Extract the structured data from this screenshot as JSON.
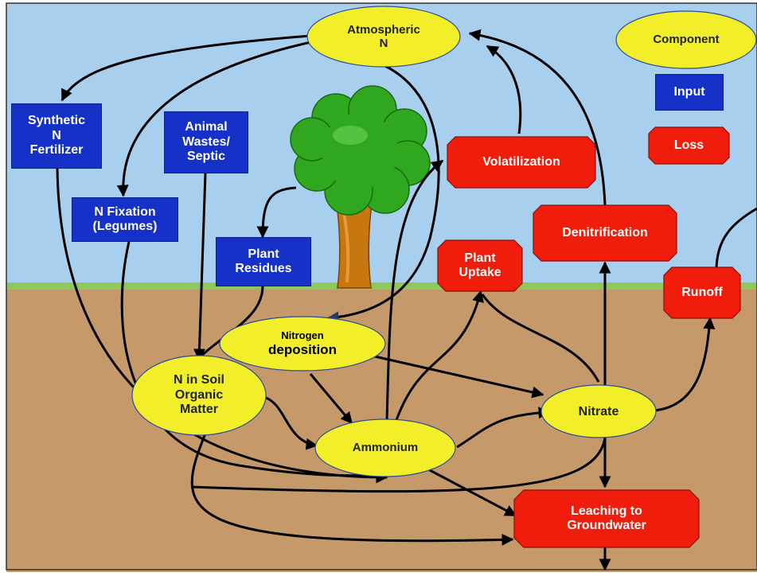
{
  "colors": {
    "sky": "#a9cfef",
    "soil": "#c6996a",
    "grass": "#8fc85a",
    "component": "#f2ee2a",
    "input": "#1531c8",
    "loss": "#f01d0c",
    "arrow": "#000000"
  },
  "legend": {
    "component": "Component",
    "input": "Input",
    "loss": "Loss"
  },
  "components": {
    "atmospheric_n": "Atmospheric\nN",
    "nitrogen_deposition_line1": "Nitrogen",
    "nitrogen_deposition_line2": "deposition",
    "soil_organic_matter": "N in Soil\nOrganic\nMatter",
    "ammonium": "Ammonium",
    "nitrate": "Nitrate"
  },
  "inputs": {
    "synthetic_fertilizer": "Synthetic\nN\nFertilizer",
    "animal_wastes": "Animal\nWastes/\nSeptic",
    "n_fixation": "N Fixation\n(Legumes)",
    "plant_residues": "Plant\nResidues"
  },
  "losses": {
    "volatilization": "Volatilization",
    "plant_uptake": "Plant\nUptake",
    "denitrification": "Denitrification",
    "runoff": "Runoff",
    "leaching": "Leaching to\nGroundwater"
  },
  "tree_icon": "tree-icon"
}
